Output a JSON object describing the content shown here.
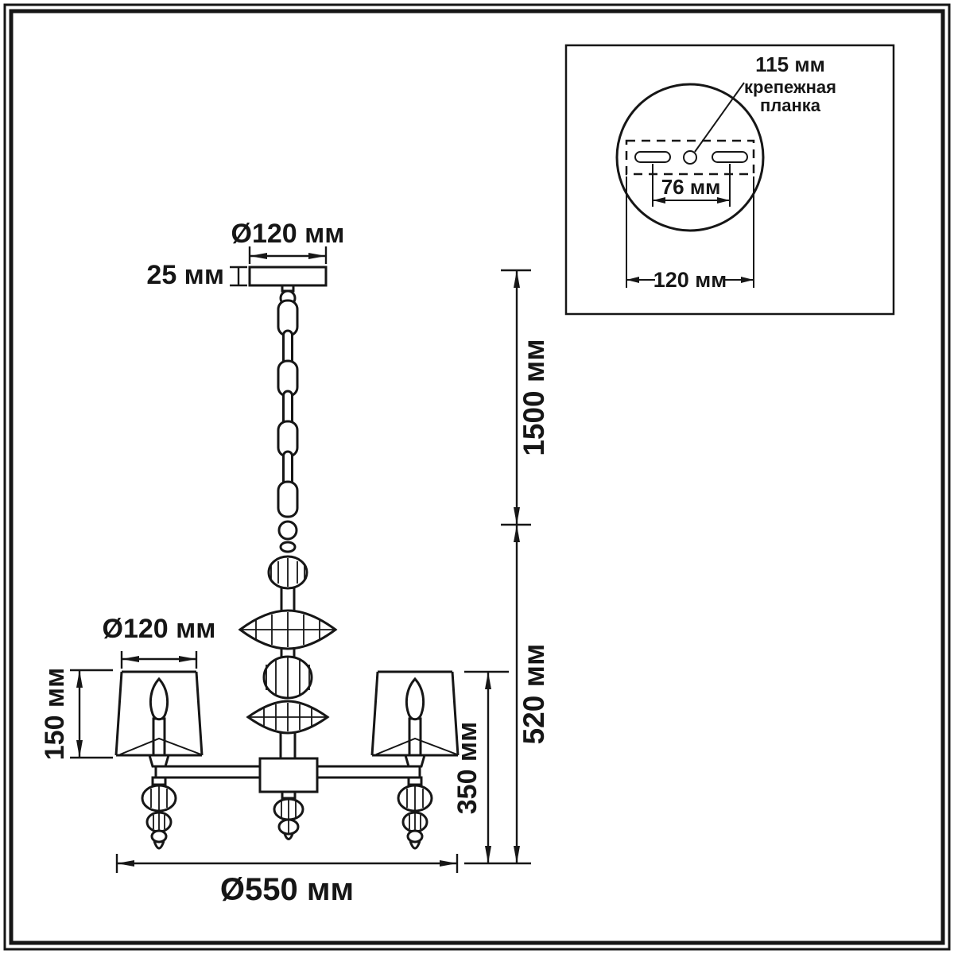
{
  "drawing": {
    "dimensions": {
      "canopy_diameter": "Ø120 мм",
      "canopy_height": "25 мм",
      "chain_length": "1500 мм",
      "shade_diameter": "Ø120 мм",
      "shade_height": "150 мм",
      "body_height": "350 мм",
      "hanging_height": "520 мм",
      "total_width": "Ø550 мм"
    },
    "inset": {
      "callout_value": "115 мм",
      "callout_name_line1": "крепежная",
      "callout_name_line2": "планка",
      "slot_spacing": "76 мм",
      "plate_width": "120 мм"
    }
  }
}
